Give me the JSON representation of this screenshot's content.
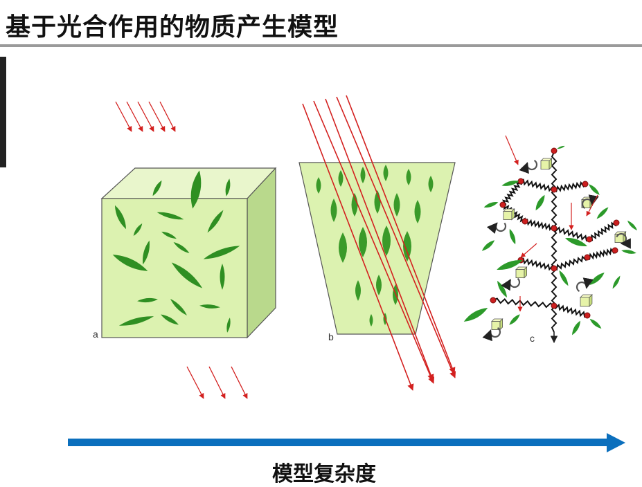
{
  "title": "基于光合作用的物质产生模型",
  "labels": {
    "a": "a",
    "b": "b",
    "c": "c"
  },
  "axis_label": "模型复杂度",
  "colors": {
    "canopy_fill": "#dcf2b0",
    "leaf": "#2f8f22",
    "arrow_light": "#d3201f",
    "arrow_axis": "#0b6fbd"
  }
}
